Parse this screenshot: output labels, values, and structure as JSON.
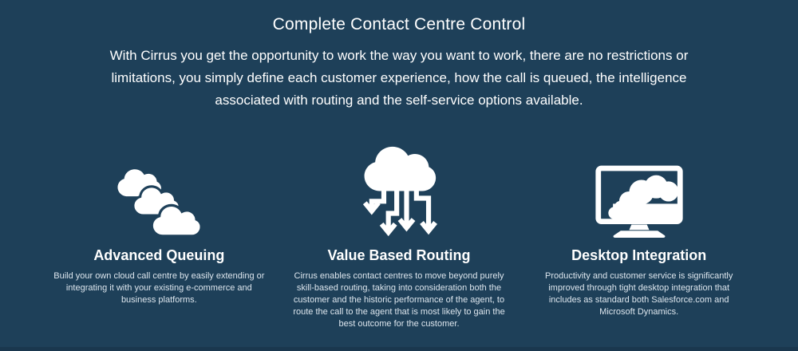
{
  "header": {
    "title": "Complete Contact Centre Control",
    "intro": "With Cirrus you get the opportunity to work the way you want to work, there are no restrictions or limitations, you simply define each customer experience, how the call is queued, the intelligence associated with routing and the self-service options available."
  },
  "features": [
    {
      "icon": "clouds-queue-icon",
      "title": "Advanced Queuing",
      "description": "Build your own cloud call centre by easily extending or integrating it with your existing e-commerce and business platforms."
    },
    {
      "icon": "cloud-routing-icon",
      "title": "Value Based Routing",
      "description": "Cirrus enables contact centres to move beyond purely skill-based routing, taking into consideration both the customer and the historic performance of the agent, to route the call to the agent that is most likely to gain the best outcome for the customer."
    },
    {
      "icon": "desktop-monitor-icon",
      "title": "Desktop Integration",
      "description": "Productivity and customer service is significantly improved through tight desktop integration that includes as standard both Salesforce.com and Microsoft Dynamics."
    }
  ],
  "colors": {
    "background": "#1e4059",
    "heading_text": "#ffffff",
    "body_text": "#dde6ee",
    "icon": "#ffffff",
    "bottom_strip": "#1a374e"
  }
}
